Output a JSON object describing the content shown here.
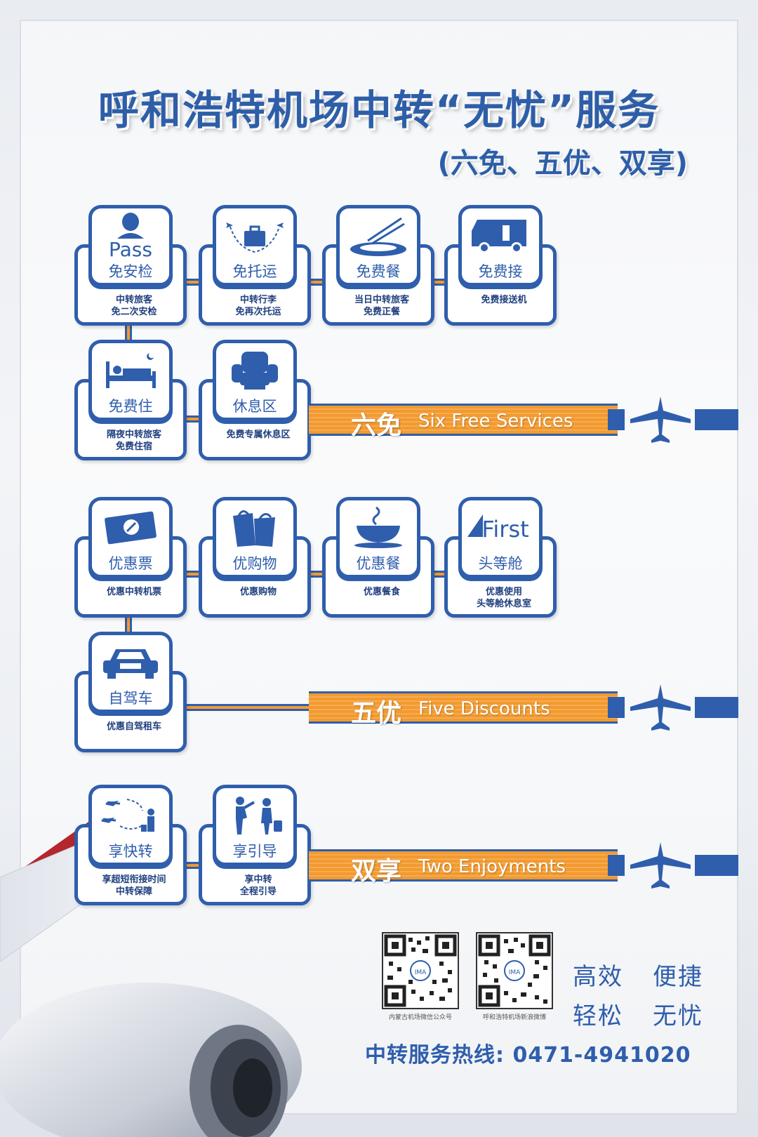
{
  "header": {
    "title": "呼和浩特机场中转“无忧”服务",
    "subtitle": "(六免、五优、双享)"
  },
  "free": {
    "banner_cn": "六免",
    "banner_en": "Six Free Services",
    "items": [
      {
        "name": "免安检",
        "icon_text": "Pass",
        "desc1": "中转旅客",
        "desc2": "免二次安检",
        "icon": "person-pass-icon"
      },
      {
        "name": "免托运",
        "desc1": "中转行李",
        "desc2": "免再次托运",
        "icon": "baggage-transfer-icon"
      },
      {
        "name": "免费餐",
        "desc1": "当日中转旅客",
        "desc2": "免费正餐",
        "icon": "plate-chopsticks-icon"
      },
      {
        "name": "免费接",
        "desc1": "免费接送机",
        "desc2": "",
        "icon": "shuttle-bus-icon"
      },
      {
        "name": "免费住",
        "desc1": "隔夜中转旅客",
        "desc2": "免费住宿",
        "icon": "bed-icon"
      },
      {
        "name": "休息区",
        "desc1": "免费专属休息区",
        "desc2": "",
        "icon": "armchair-icon"
      }
    ]
  },
  "discount": {
    "banner_cn": "五优",
    "banner_en": "Five Discounts",
    "items": [
      {
        "name": "优惠票",
        "desc1": "优惠中转机票",
        "desc2": "",
        "icon": "ticket-icon"
      },
      {
        "name": "优购物",
        "desc1": "优惠购物",
        "desc2": "",
        "icon": "shopping-bag-icon"
      },
      {
        "name": "优惠餐",
        "desc1": "优惠餐食",
        "desc2": "",
        "icon": "bowl-icon"
      },
      {
        "name": "头等舱",
        "icon_text": "First",
        "desc1": "优惠使用",
        "desc2": "头等舱休息室",
        "icon": "first-class-icon"
      },
      {
        "name": "自驾车",
        "desc1": "优惠自驾租车",
        "desc2": "",
        "icon": "car-icon"
      }
    ]
  },
  "enjoy": {
    "banner_cn": "双享",
    "banner_en": "Two Enjoyments",
    "items": [
      {
        "name": "享快转",
        "desc1": "享超短衔接时间",
        "desc2": "中转保障",
        "icon": "fast-transfer-icon"
      },
      {
        "name": "享引导",
        "desc1": "享中转",
        "desc2": "全程引导",
        "icon": "guide-icon"
      }
    ]
  },
  "footer": {
    "qr1_caption": "内蒙古机场微信公众号",
    "qr2_caption": "呼和浩特机场新浪微博",
    "qr_logo": "IMA",
    "slogan1a": "高效",
    "slogan1b": "便捷",
    "slogan2a": "轻松",
    "slogan2b": "无忧",
    "hotline": "中转服务热线: 0471-4941020"
  },
  "colors": {
    "brand_blue": "#2f5eac",
    "accent_orange": "#f39a2e"
  }
}
